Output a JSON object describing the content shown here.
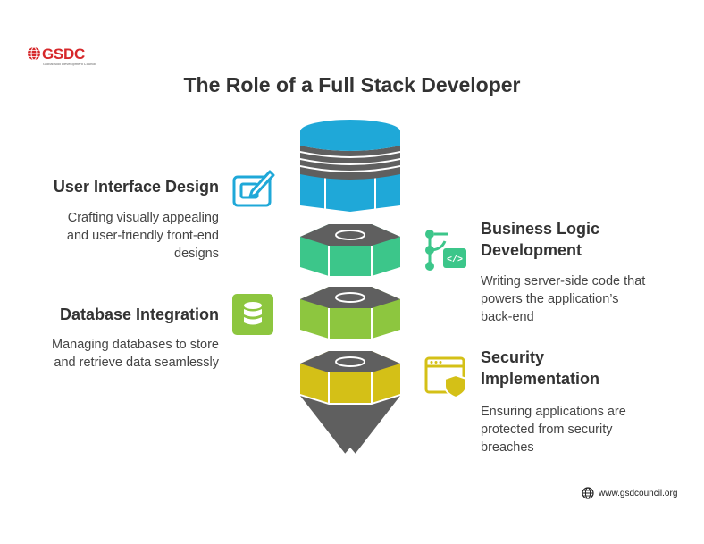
{
  "logo": {
    "text": "GSDC",
    "subtitle": "Global Skill Development Council"
  },
  "title": "The Role of a Full Stack Developer",
  "items": [
    {
      "title": "User Interface Design",
      "desc": [
        "Crafting visually appealing",
        "and user-friendly front-end",
        "designs"
      ],
      "icon": "ui-design-icon",
      "color": "#1fa8d8"
    },
    {
      "title": [
        "Business Logic",
        "Development"
      ],
      "desc": [
        "Writing server-side code that",
        "powers the application’s",
        "back-end"
      ],
      "icon": "code-flow-icon",
      "color": "#3cc68a"
    },
    {
      "title": "Database Integration",
      "desc": [
        "Managing databases to store",
        "and retrieve data seamlessly"
      ],
      "icon": "database-icon",
      "color": "#8dc63f"
    },
    {
      "title": [
        "Security",
        "Implementation"
      ],
      "desc": [
        "Ensuring applications are",
        "protected from security",
        "breaches"
      ],
      "icon": "security-window-icon",
      "color": "#d4c017"
    }
  ],
  "footer": {
    "url": "www.gsdcouncil.org",
    "icon": "globe-icon"
  },
  "colors": {
    "blue": "#1fa8d8",
    "green": "#3cc68a",
    "lime": "#8dc63f",
    "yellow": "#d4c017",
    "gray": "#5f5f5f"
  }
}
